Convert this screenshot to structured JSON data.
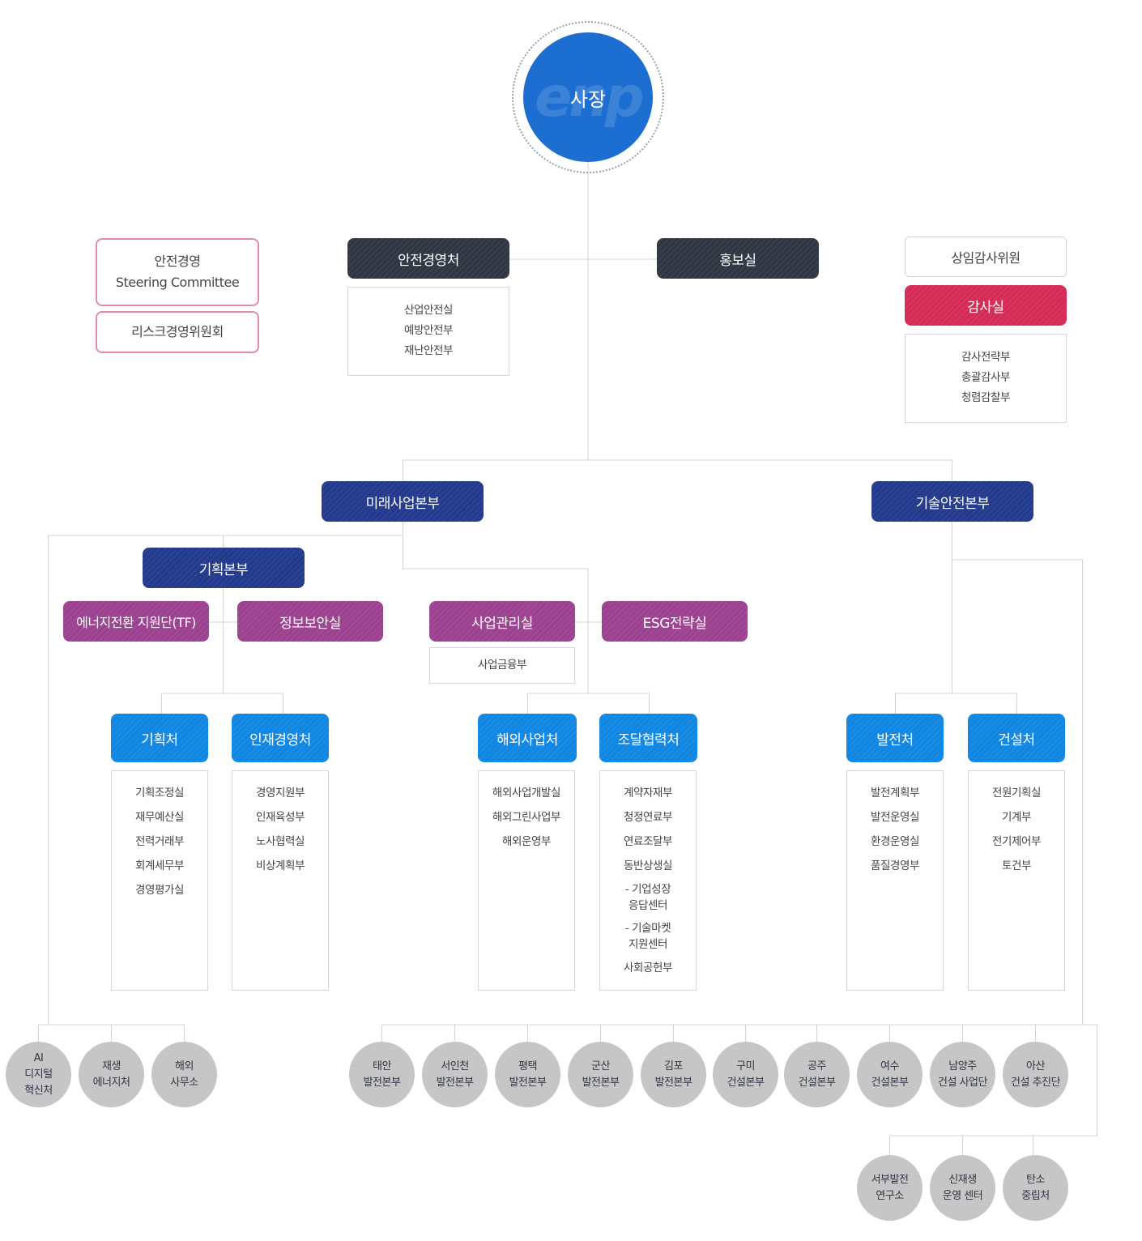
{
  "ceo": {
    "label": "사장",
    "watermark": "enp"
  },
  "committees": {
    "safety": "안전경영\nSteering Committee",
    "risk": "리스크경영위원회"
  },
  "safety_office": {
    "title": "안전경영처",
    "items": [
      "산업안전실",
      "예방안전부",
      "재난안전부"
    ]
  },
  "pr_office": {
    "title": "홍보실"
  },
  "audit": {
    "auditor": "상임감사위원",
    "title": "감사실",
    "items": [
      "감사전략부",
      "총괄감사부",
      "청렴감찰부"
    ]
  },
  "future_hq": {
    "title": "미래사업본부"
  },
  "tech_hq": {
    "title": "기술안전본부"
  },
  "planning_hq": {
    "title": "기획본부"
  },
  "energy_tf": {
    "title": "에너지전환 지원단(TF)"
  },
  "infosec": {
    "title": "정보보안실"
  },
  "biz_mgmt": {
    "title": "사업관리실",
    "items": [
      "사업금융부"
    ]
  },
  "esg": {
    "title": "ESG전략실"
  },
  "planning_dept": {
    "title": "기획처",
    "items": [
      "기획조정실",
      "재무예산실",
      "전력거래부",
      "회계세무부",
      "경영평가실"
    ]
  },
  "hr_dept": {
    "title": "인재경영처",
    "items": [
      "경영지원부",
      "인재육성부",
      "노사협력실",
      "비상계획부"
    ]
  },
  "overseas_dept": {
    "title": "해외사업처",
    "items": [
      "해외사업개발실",
      "해외그린사업부",
      "해외운영부"
    ]
  },
  "procurement_dept": {
    "title": "조달협력처",
    "items": [
      "계약자재부",
      "청정연료부",
      "연료조달부",
      "동반상생실",
      "- 기업성장\n응답센터",
      "- 기술마켓\n지원센터",
      "사회공헌부"
    ]
  },
  "generation_dept": {
    "title": "발전처",
    "items": [
      "발전계획부",
      "발전운영실",
      "환경운영실",
      "품질경영부"
    ]
  },
  "construction_dept": {
    "title": "건설처",
    "items": [
      "전원기획실",
      "기계부",
      "전기제어부",
      "토건부"
    ]
  },
  "units_left": [
    "AI\n디지털\n혁신처",
    "재생\n에너지처",
    "해외\n사무소"
  ],
  "units_right": [
    "태안\n발전본부",
    "서인천\n발전본부",
    "평택\n발전본부",
    "군산\n발전본부",
    "김포\n발전본부",
    "구미\n건설본부",
    "공주\n건설본부",
    "여수\n건설본부",
    "남양주\n건설 사업단",
    "아산\n건설 추진단"
  ],
  "units_bottom": [
    "서부발전\n연구소",
    "신재생\n운영 센터",
    "탄소\n중립처"
  ],
  "colors": {
    "dark": "#2f3542",
    "navy": "#22398c",
    "purple": "#9c4190",
    "blue": "#1086e3",
    "crimson": "#d42a55",
    "ceo": "#1c6fd1",
    "circle": "#c6c6c6",
    "line": "#d0d4d8"
  }
}
